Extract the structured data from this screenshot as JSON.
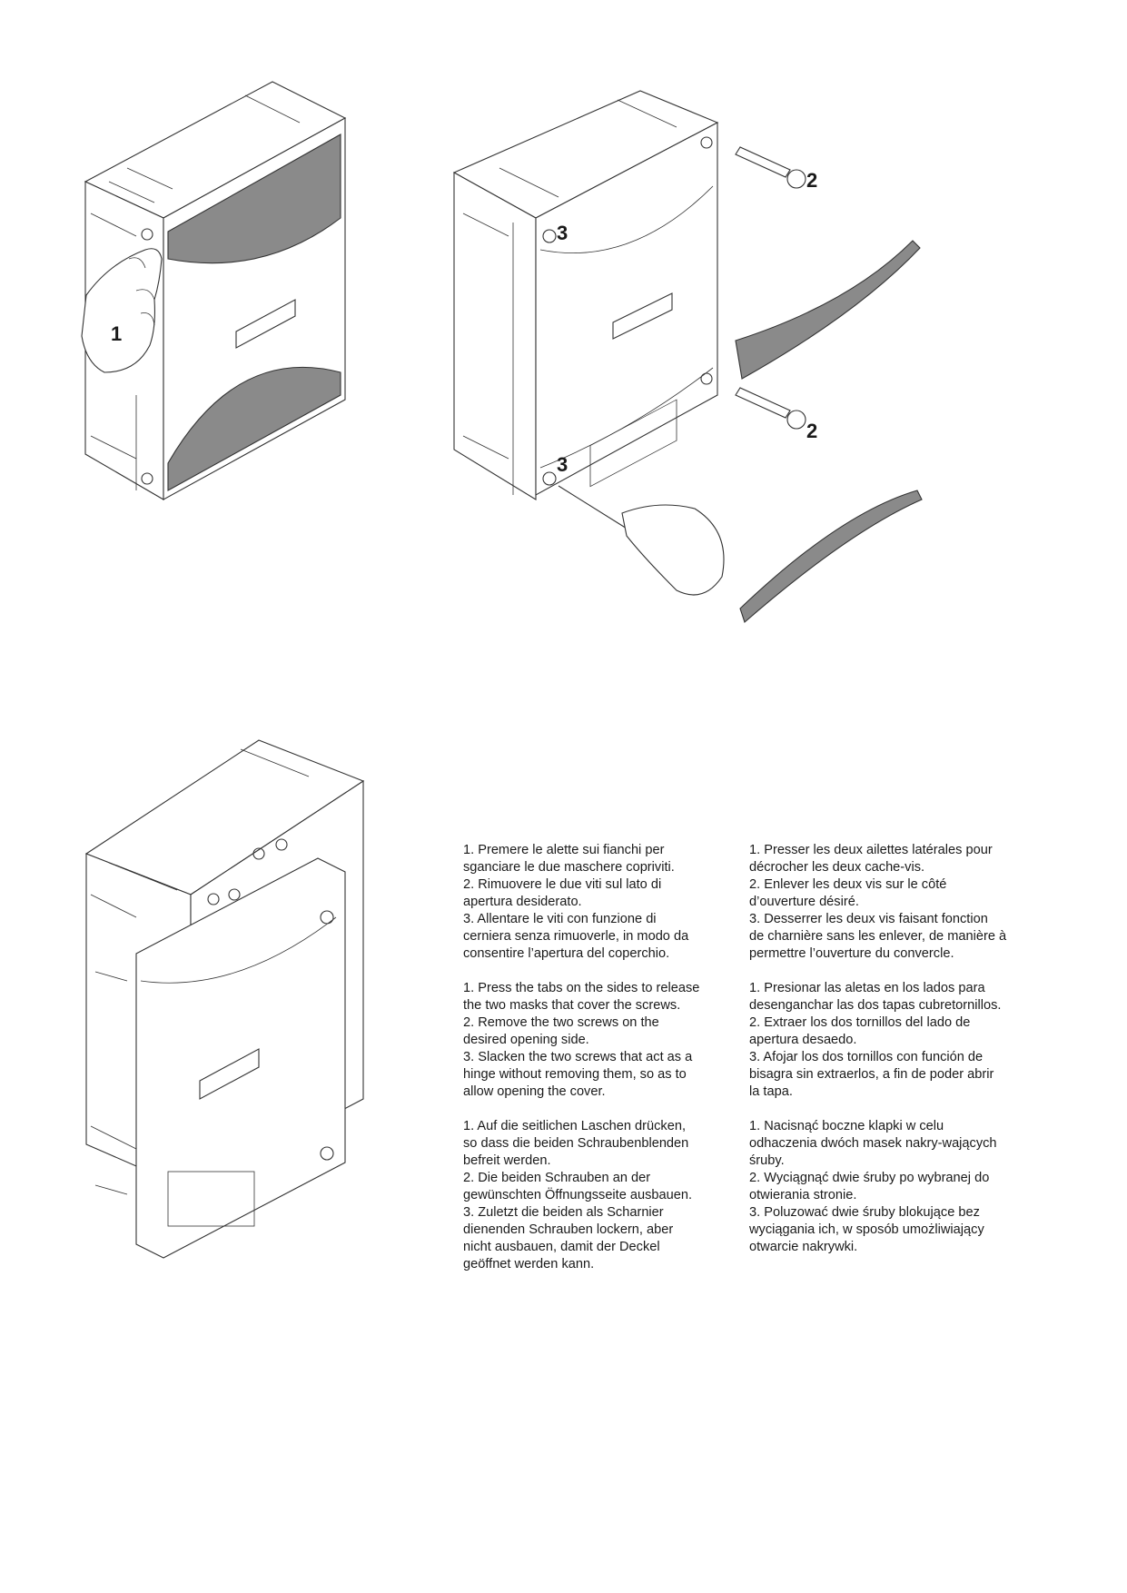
{
  "callouts": {
    "fig1_num1": "1",
    "fig2_num2_top": "2",
    "fig2_num2_bottom": "2",
    "fig2_num3_top": "3",
    "fig2_num3_bottom": "3"
  },
  "instructions": {
    "italian": [
      "1. Premere le alette sui fianchi per",
      "sganciare le due maschere copriviti.",
      "2. Rimuovere le due viti sul lato di",
      "apertura desiderato.",
      "3. Allentare le viti con funzione di",
      "cerniera senza rimuoverle, in modo da",
      "consentire l’apertura del coperchio."
    ],
    "english": [
      "1. Press the tabs on the sides to release",
      "the two masks that cover the screws.",
      "2. Remove the two screws on the",
      "desired opening side.",
      "3. Slacken the two screws that act as a",
      "hinge without removing them, so as to",
      "allow opening the cover."
    ],
    "german": [
      "1. Auf die seitlichen Laschen drücken,",
      "so dass die beiden Schraubenblenden",
      "befreit werden.",
      "2. Die beiden Schrauben an der",
      "gewünschten Öffnungsseite ausbauen.",
      "3. Zuletzt die beiden als Scharnier",
      "dienenden Schrauben lockern, aber",
      "nicht ausbauen, damit der Deckel",
      "geöffnet werden kann."
    ],
    "french": [
      "1. Presser les deux ailettes latérales pour",
      "décrocher les deux cache-vis.",
      "2. Enlever les deux vis sur le côté",
      "d’ouverture désiré.",
      "3. Desserrer les deux vis faisant fonction",
      "de charnière sans les enlever, de manière à",
      "permettre l’ouverture du convercle."
    ],
    "spanish": [
      "1. Presionar las aletas en los lados para",
      "desenganchar las dos tapas cubretornillos.",
      "2. Extraer los dos tornillos del lado de",
      "apertura desaedo.",
      "3. Afojar los dos tornillos con función de",
      "bisagra sin extraerlos, a fin de poder abrir",
      "la tapa."
    ],
    "polish": [
      "1. Nacisnąć boczne klapki w celu",
      "odhaczenia dwóch masek nakry-wających",
      "śruby.",
      "2. Wyciągnąć dwie śruby po wybranej do",
      "otwierania stronie.",
      "3. Poluzować dwie śruby blokujące bez",
      "wyciągania ich, w sposób umożliwiający",
      "otwarcie nakrywki."
    ]
  }
}
